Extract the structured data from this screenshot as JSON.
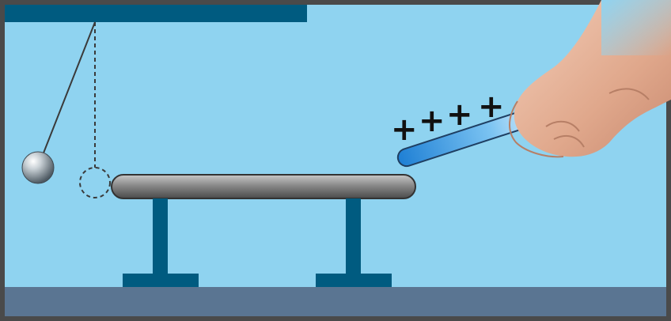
{
  "diagram": {
    "charges": [
      "+",
      "+",
      "+",
      "+"
    ],
    "charge_sign": "positive",
    "colors": {
      "background": "#8fd3f0",
      "frame": "#4a4a4a",
      "ceiling": "#005b80",
      "floor": "#5a7592",
      "supports": "#005b80",
      "bar": "#8a8a8a",
      "rod_glow": "#2f8fd8",
      "rod": "#ffffff",
      "hand": "#e8b49a",
      "charge": "#111111",
      "ball": "#9aa6ad"
    },
    "objects": [
      {
        "name": "ceiling",
        "icon": "ceiling-bar"
      },
      {
        "name": "pendulum-thread",
        "icon": "thread-line"
      },
      {
        "name": "metal-ball-deflected",
        "icon": "sphere"
      },
      {
        "name": "ball-original-position",
        "icon": "dashed-circle"
      },
      {
        "name": "metal-bar",
        "icon": "rounded-bar"
      },
      {
        "name": "stand-legs",
        "icon": "t-supports"
      },
      {
        "name": "charged-rod",
        "icon": "glass-rod"
      },
      {
        "name": "hand",
        "icon": "hand"
      },
      {
        "name": "floor",
        "icon": "floor-strip"
      }
    ]
  }
}
